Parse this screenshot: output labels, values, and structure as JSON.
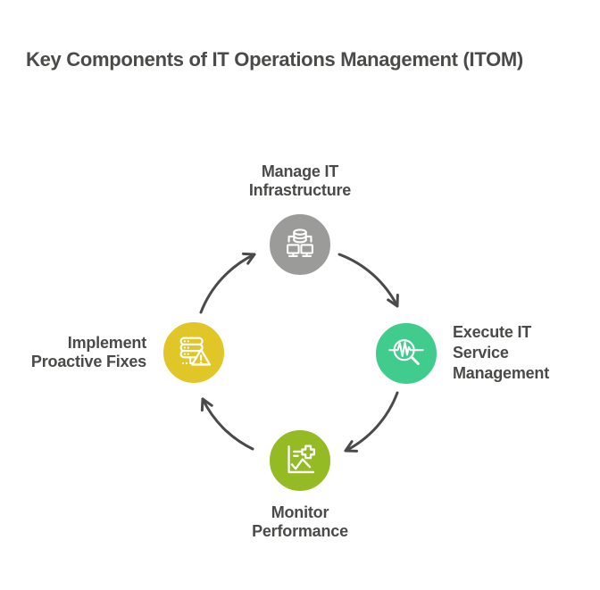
{
  "title": "Key Components of IT Operations Management (ITOM)",
  "title_color": "#4A4A48",
  "label_color": "#4A4A48",
  "arrow_color": "#4A4A4A",
  "background": "#FFFFFF",
  "nodes": [
    {
      "name": "manage-it-infrastructure",
      "lines": [
        "Manage IT",
        "Infrastructure"
      ],
      "color": "#9B9B9A",
      "icon": "database-network-icon",
      "position": "top"
    },
    {
      "name": "execute-it-service-management",
      "lines": [
        "Execute IT",
        "Service",
        "Management"
      ],
      "color": "#3FCC8C",
      "icon": "pulse-magnifier-icon",
      "position": "right"
    },
    {
      "name": "monitor-performance",
      "lines": [
        "Monitor",
        "Performance"
      ],
      "color": "#94BB23",
      "icon": "chart-plus-icon",
      "position": "bottom"
    },
    {
      "name": "implement-proactive-fixes",
      "lines": [
        "Implement",
        "Proactive Fixes"
      ],
      "color": "#E0C627",
      "icon": "server-alert-icon",
      "position": "left"
    }
  ],
  "cycle_order": [
    "Manage IT Infrastructure",
    "Execute IT Service Management",
    "Monitor Performance",
    "Implement Proactive Fixes"
  ],
  "flow_direction": "clockwise"
}
